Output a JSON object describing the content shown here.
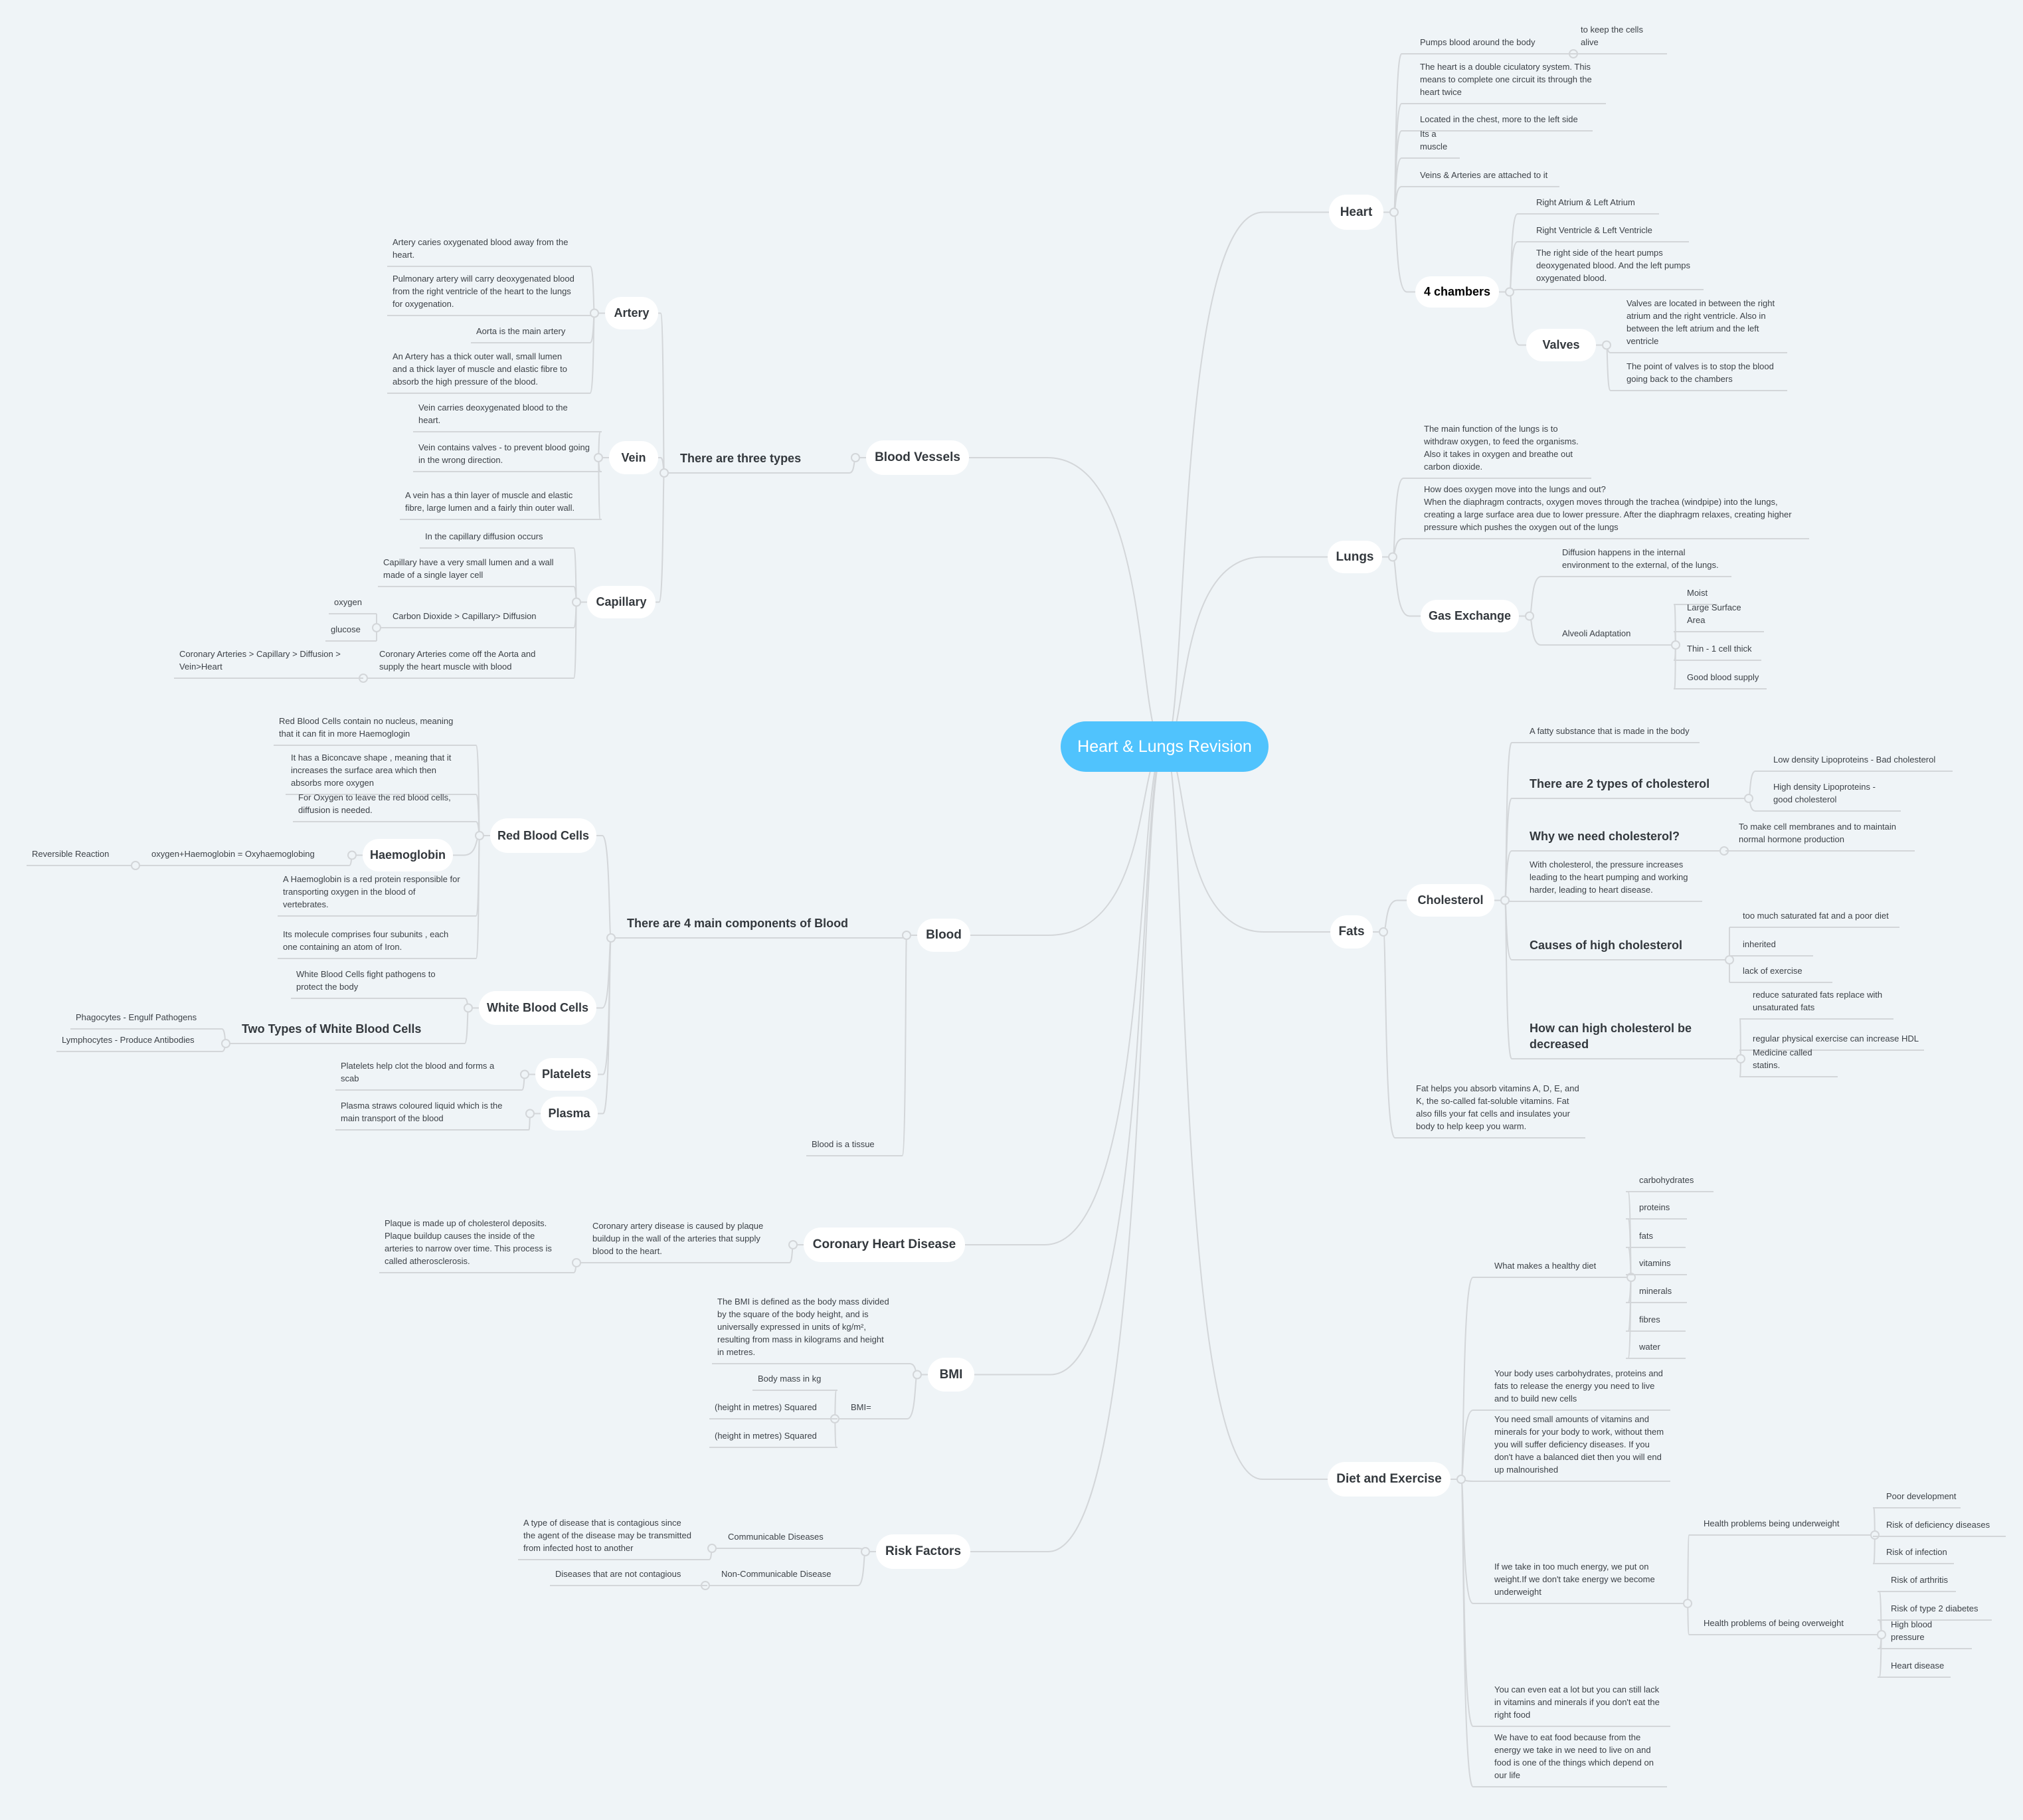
{
  "central": {
    "title": "Heart & Lungs Revision"
  },
  "heart": {
    "label": "Heart",
    "notes": [
      "Pumps blood around the body",
      "The heart is a double ciculatory system. This means to complete one circuit its through the heart twice",
      "Located in the chest, more to the left side",
      "Its a muscle",
      "Veins & Arteries are attached to it"
    ],
    "pumps_detail": "to keep the cells alive",
    "chambers": {
      "label": "4 chambers",
      "notes": [
        "Right Atrium & Left Atrium",
        "Right Ventricle & Left Ventricle",
        "The right side of the heart pumps deoxygenated blood. And the left pumps oxygenated blood."
      ],
      "valves": {
        "label": "Valves",
        "notes": [
          "Valves are located in between the right atrium and the right ventricle. Also in between the left atrium and the left ventricle",
          "The point of valves is to stop the blood going back to the chambers"
        ]
      }
    }
  },
  "lungs": {
    "label": "Lungs",
    "notes": [
      "The main function of the lungs is to withdraw oxygen, to feed the organisms. Also it takes in oxygen and breathe out carbon dioxide.",
      "How does oxygen move into the lungs and out?\nWhen the diaphragm contracts, oxygen moves through the trachea (windpipe) into the lungs, creating a large surface area due to lower pressure. After the diaphragm relaxes, creating higher pressure which pushes the oxygen out of the lungs"
    ],
    "gas_exchange": {
      "label": "Gas Exchange",
      "notes": [
        "Diffusion happens in the internal environment to the external, of the lungs.",
        "Alveoli Adaptation"
      ],
      "alveoli": [
        "Moist",
        "Large Surface Area",
        "Thin - 1 cell thick",
        "Good blood supply"
      ]
    }
  },
  "fats": {
    "label": "Fats",
    "cholesterol": {
      "label": "Cholesterol",
      "definition": "A fatty substance that is made in the body",
      "types": {
        "label": "There are 2 types of cholesterol",
        "items": [
          "Low density Lipoproteins - Bad cholesterol",
          "High density Lipoproteins - good cholesterol"
        ]
      },
      "why": {
        "label": "Why we need cholesterol?",
        "answer": "To make cell membranes and to maintain normal hormone production"
      },
      "effect": "With cholesterol, the pressure increases leading to the heart pumping and working harder, leading to heart disease.",
      "causes": {
        "label": "Causes of high cholesterol",
        "items": [
          "too much saturated fat and a poor diet",
          "inherited",
          "lack of exercise"
        ]
      },
      "decrease": {
        "label": "How can high cholesterol be decreased",
        "items": [
          "reduce  saturated fats replace with unsaturated fats",
          "regular physical exercise can increase HDL",
          "Medicine called statins."
        ]
      }
    },
    "fat_note": "Fat  helps you absorb vitamins A, D, E, and K, the so-called fat-soluble vitamins. Fat also fills your fat cells and insulates your body to help keep you warm."
  },
  "diet": {
    "label": "Diet and Exercise",
    "healthy": {
      "label": "What makes a healthy diet",
      "items": [
        "carbohydrates",
        "proteins",
        "fats",
        "vitamins",
        "minerals",
        "fibres",
        "water"
      ]
    },
    "notes": [
      "Your body uses carbohydrates, proteins and fats to release the energy you need to live and to build new cells",
      "You need  small amounts of vitamins and minerals for your body to work, without them you will suffer deficiency diseases. If you don't have a balanced diet then you will end up malnourished",
      "You can even eat a lot  but you can still lack in vitamins and minerals if you don't eat the right food",
      "We have to eat food because from the energy we take in we need to live on and food is one of the things which depend on our life"
    ],
    "energy": {
      "label": "If we take in too  much  energy, we put on weight.If we don't  take energy we become underweight",
      "underweight": {
        "label": "Health problems being underweight",
        "items": [
          "Poor development",
          "Risk of deficiency diseases",
          "Risk of infection"
        ]
      },
      "overweight": {
        "label": "Health problems of being overweight",
        "items": [
          "Risk of arthritis",
          "Risk of type 2 diabetes",
          "High blood pressure",
          "Heart disease"
        ]
      }
    }
  },
  "vessels": {
    "label": "Blood Vessels",
    "types": {
      "label": "There are three types",
      "artery": {
        "label": "Artery",
        "notes": [
          "Artery caries oxygenated blood away from the heart.",
          "Pulmonary artery will carry deoxygenated blood from the right ventricle of the heart to the lungs for oxygenation.",
          "Aorta is the main artery",
          "An Artery has a thick outer wall, small lumen and a thick layer of muscle and elastic fibre to absorb the high pressure of the blood."
        ]
      },
      "vein": {
        "label": "Vein",
        "notes": [
          "Vein carries deoxygenated blood to the heart.",
          "Vein contains valves - to prevent blood going in the wrong direction.",
          "A vein has a thin layer of muscle and elastic fibre, large lumen and  a fairly thin outer wall."
        ]
      },
      "capillary": {
        "label": "Capillary",
        "notes": [
          "In the capillary diffusion occurs",
          "Capillary have a very small lumen and a wall made of a single layer cell",
          "Carbon Dioxide > Capillary> Diffusion",
          "Coronary Arteries come off the Aorta and supply the heart muscle with blood"
        ],
        "diffusion_items": [
          "oxygen",
          "glucose"
        ],
        "coronary_path": "Coronary Arteries > Capillary > Diffusion > Vein>Heart"
      }
    }
  },
  "blood": {
    "label": "Blood",
    "components": {
      "label": "There are 4 main components of Blood",
      "red": {
        "label": "Red Blood Cells",
        "notes": [
          "Red Blood Cells contain no nucleus, meaning that it can fit in more Haemoglogin",
          "It has a Biconcave shape , meaning that it increases the surface area which then absorbs more oxygen",
          "For Oxygen to leave the red blood cells, diffusion is needed.",
          "A Haemoglobin is a red protein responsible for transporting oxygen in the blood of vertebrates.",
          "Its molecule comprises four subunits , each one containing an atom of  Iron."
        ],
        "haemoglobin": {
          "label": "Haemoglobin",
          "equation": "oxygen+Haemoglobin = Oxyhaemoglobing",
          "equation_note": "Reversible Reaction"
        }
      },
      "white": {
        "label": "White Blood Cells",
        "note": "White Blood Cells fight pathogens to protect the body",
        "types": {
          "label": "Two Types of White Blood Cells",
          "items": [
            "Phagocytes - Engulf Pathogens",
            "Lymphocytes - Produce Antibodies"
          ]
        }
      },
      "platelets": {
        "label": "Platelets",
        "note": "Platelets help clot the blood and forms a scab"
      },
      "plasma": {
        "label": "Plasma",
        "note": "Plasma straws coloured liquid which is the main transport of the blood"
      }
    },
    "tissue": "Blood is a tissue"
  },
  "chd": {
    "label": "Coronary Heart Disease",
    "cause": "Coronary artery disease is caused by plaque buildup in the wall of the arteries that supply blood to the heart.",
    "plaque": "Plaque is made up of cholesterol deposits. Plaque buildup causes the inside of the arteries to narrow over time. This process is called atherosclerosis."
  },
  "bmi": {
    "label": "BMI",
    "definition": "The BMI is defined as the body mass divided by the square of the body height, and is universally expressed in units of kg/m², resulting from mass in kilograms and height in metres.",
    "formula": {
      "label": "BMI=",
      "items": [
        "Body mass in kg",
        "(height in metres) Squared",
        "(height in metres) Squared"
      ]
    }
  },
  "risk": {
    "label": "Risk Factors",
    "communicable": {
      "label": "Communicable Diseases",
      "note": "A type of disease that is contagious since the agent of the disease may be transmitted from infected host to another"
    },
    "non_communicable": {
      "label": "Non-Communicable Disease",
      "note": "Diseases that are not contagious"
    }
  },
  "colors": {
    "central": "#50c3fd",
    "background": "#eff4f7",
    "line": "#d3d6d9",
    "topic_bg": "#ffffff"
  }
}
